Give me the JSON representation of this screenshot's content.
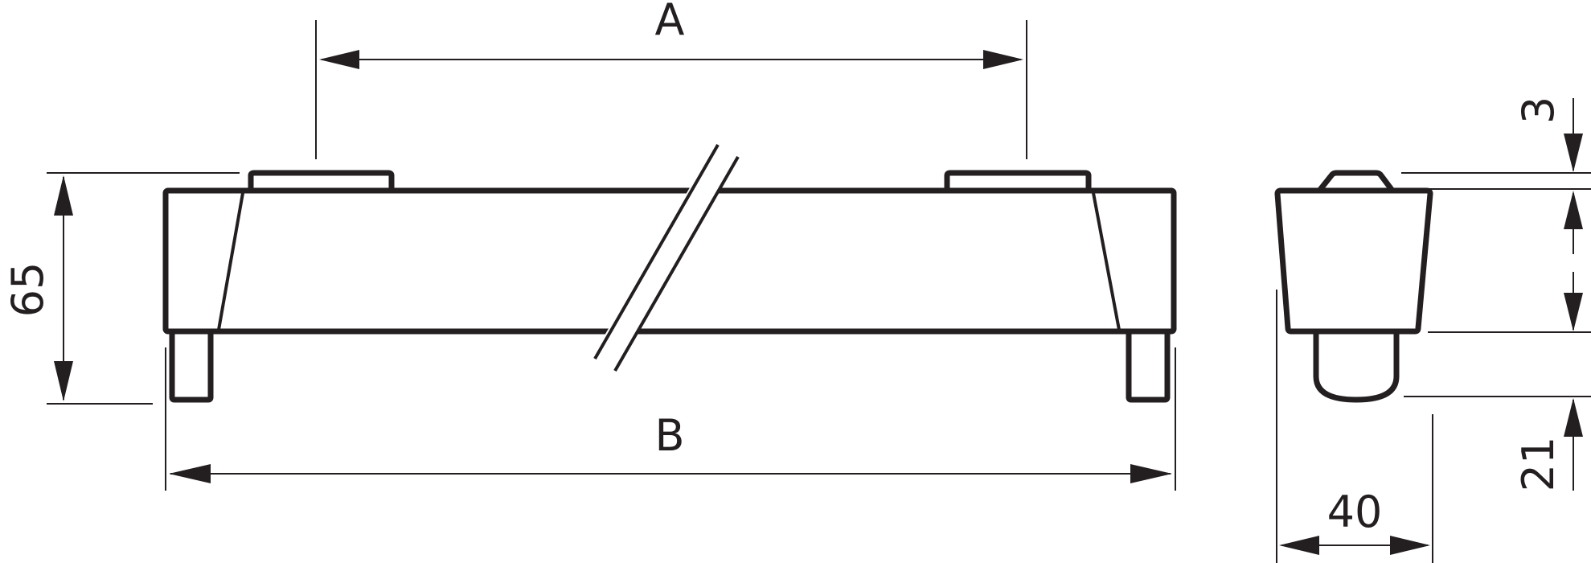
{
  "labels": {
    "length_a": "A",
    "length_b": "B",
    "height_total": "65",
    "clip_height": "3",
    "pin_height": "21",
    "width": "40"
  },
  "colors": {
    "line": "#231f20",
    "background": "#ffffff"
  }
}
